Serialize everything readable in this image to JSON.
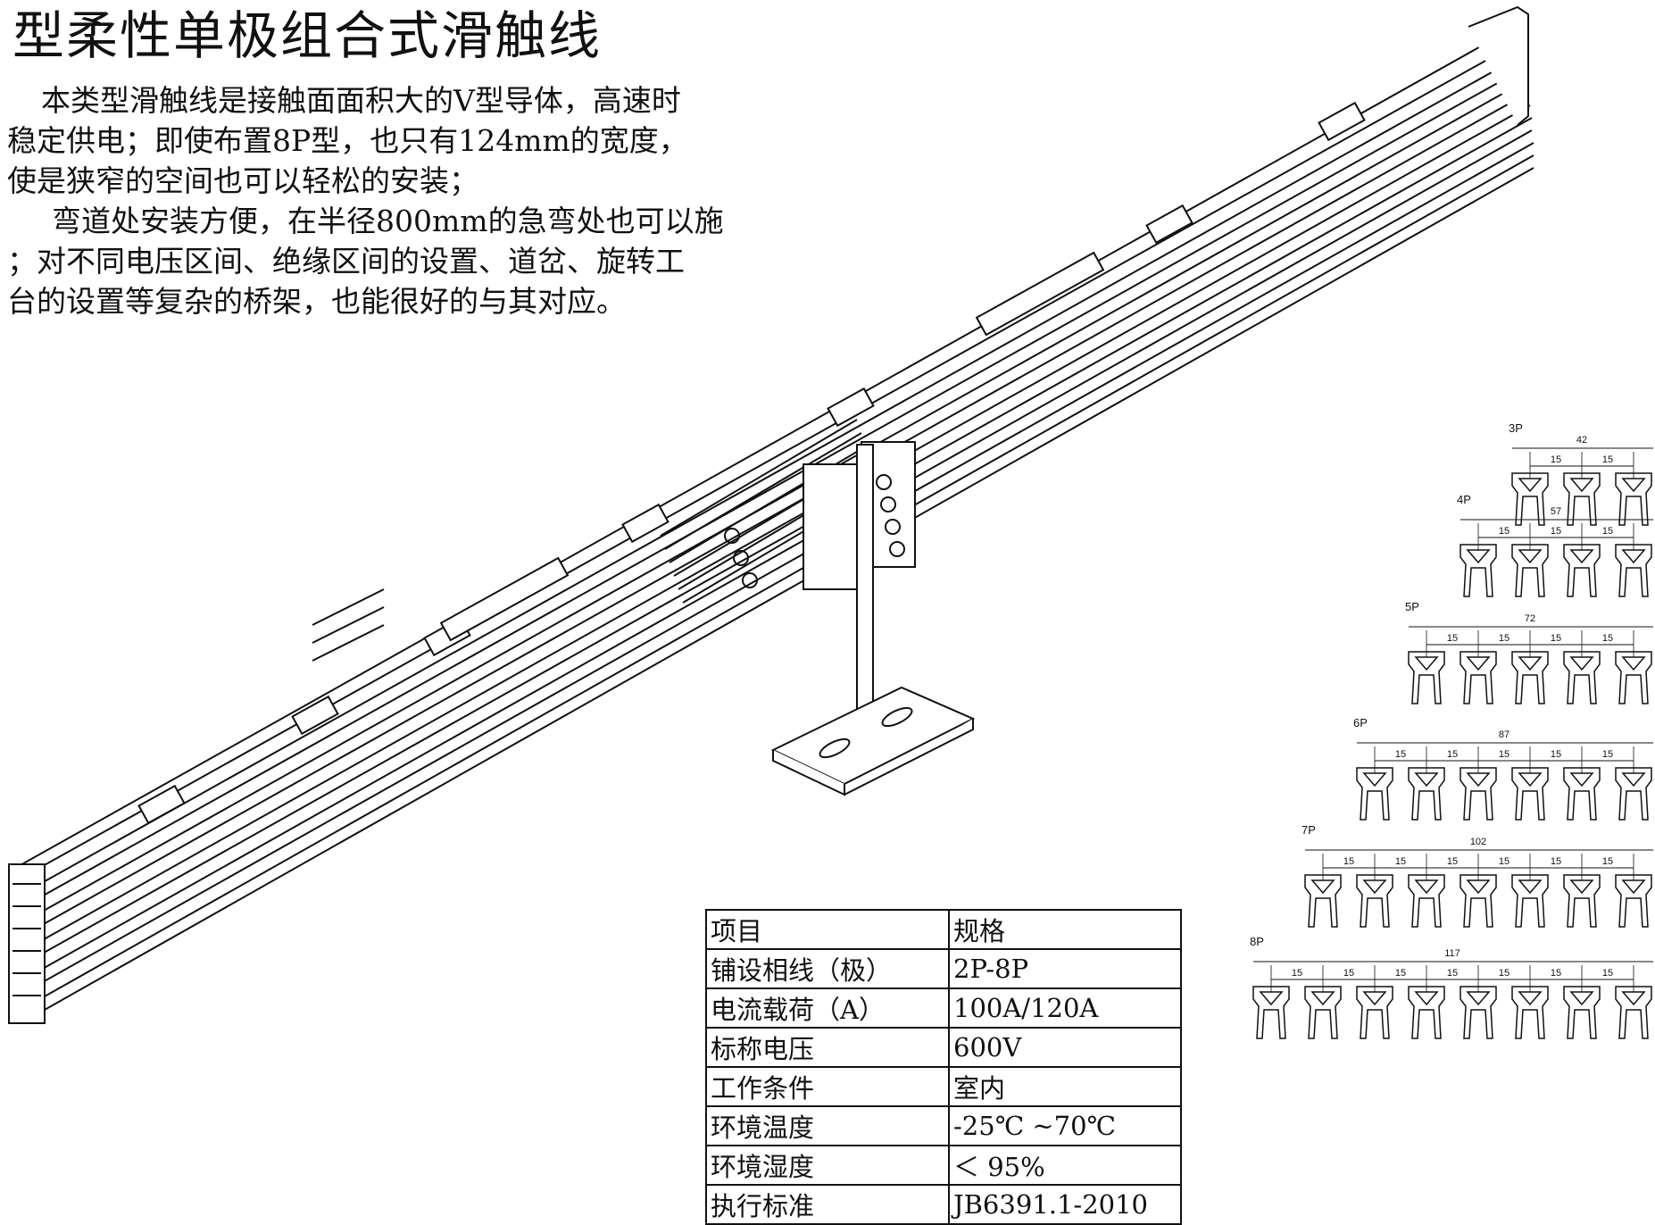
{
  "title": "型柔性单极组合式滑触线",
  "intro": {
    "para1_line1": "本类型滑触线是接触面面积大的V型导体，高速时",
    "para1_line2": "稳定供电；即使布置8P型，也只有124mm的宽度，",
    "para1_line3": "使是狭窄的空间也可以轻松的安装；",
    "para2_line1": "弯道处安装方便，在半径800mm的急弯处也可以施",
    "para2_line2": "；对不同电压区间、绝缘区间的设置、道岔、旋转工",
    "para2_line3": "台的设置等复杂的桥架，也能很好的与其对应。"
  },
  "spec_table": {
    "rows": [
      {
        "key": "项目",
        "value": "规格"
      },
      {
        "key": "铺设相线（极）",
        "value": "2P-8P"
      },
      {
        "key": "电流载荷（A）",
        "value": "100A/120A"
      },
      {
        "key": "标称电压",
        "value": "600V"
      },
      {
        "key": "工作条件",
        "value": "室内"
      },
      {
        "key": "环境温度",
        "value": "-25℃ ~70℃"
      },
      {
        "key": "环境湿度",
        "value": "＜ 95%"
      },
      {
        "key": "执行标准",
        "value": "JB6391.1-2010"
      }
    ]
  },
  "profiles": [
    {
      "label": "3P",
      "total": "42",
      "count": 3,
      "spacing": "15"
    },
    {
      "label": "4P",
      "total": "57",
      "count": 4,
      "spacing": "15"
    },
    {
      "label": "5P",
      "total": "72",
      "count": 5,
      "spacing": "15"
    },
    {
      "label": "6P",
      "total": "87",
      "count": 6,
      "spacing": "15"
    },
    {
      "label": "7P",
      "total": "102",
      "count": 7,
      "spacing": "15"
    },
    {
      "label": "8P",
      "total": "117",
      "count": 8,
      "spacing": "15"
    }
  ]
}
